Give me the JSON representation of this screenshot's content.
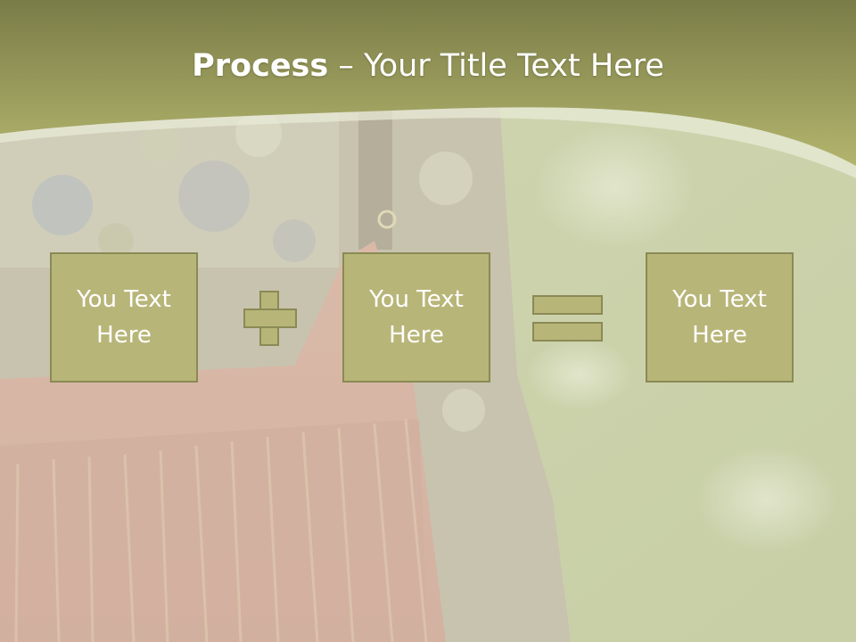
{
  "slide": {
    "title_bold": "Process",
    "title_rest": " – Your Title Text Here",
    "boxes": [
      {
        "line1": "You Text",
        "line2": "Here"
      },
      {
        "line1": "You Text",
        "line2": "Here"
      },
      {
        "line1": "You Text",
        "line2": "Here"
      }
    ],
    "operators": [
      "plus-icon",
      "equals-icon"
    ],
    "colors": {
      "header": "#a3a65c",
      "box_fill": "#b8b579",
      "box_border": "#8a8a55",
      "text": "#ffffff"
    }
  }
}
